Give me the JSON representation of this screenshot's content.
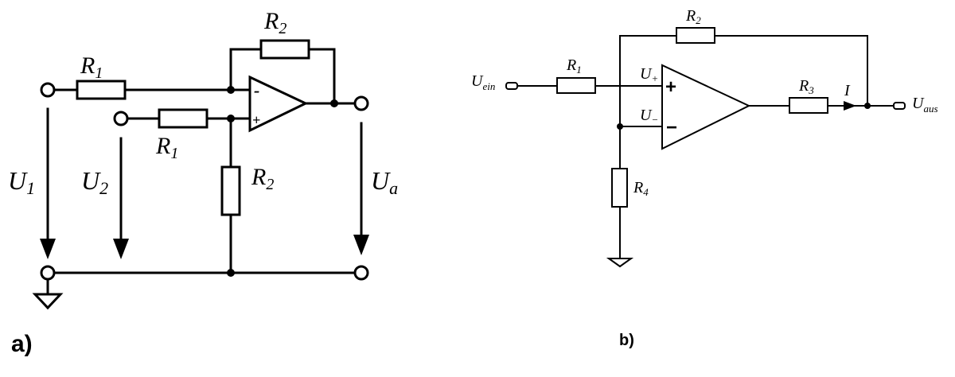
{
  "panel_a": {
    "panel_label": "a)",
    "labels": {
      "r1_top": {
        "main": "R",
        "sub": "1"
      },
      "r1_bottom": {
        "main": "R",
        "sub": "1"
      },
      "r2_top": {
        "main": "R",
        "sub": "2"
      },
      "r2_bottom": {
        "main": "R",
        "sub": "2"
      },
      "u1": {
        "main": "U",
        "sub": "1"
      },
      "u2": {
        "main": "U",
        "sub": "2"
      },
      "ua": {
        "main": "U",
        "sub": "a"
      }
    },
    "opamp": {
      "minus": "-",
      "plus": "+"
    }
  },
  "panel_b": {
    "panel_label": "b)",
    "labels": {
      "r1": {
        "main": "R",
        "sub": "1"
      },
      "r2": {
        "main": "R",
        "sub": "2"
      },
      "r3": {
        "main": "R",
        "sub": "3"
      },
      "r4": {
        "main": "R",
        "sub": "4"
      },
      "u_ein": {
        "main": "U",
        "sub": "ein"
      },
      "u_aus": {
        "main": "U",
        "sub": "aus"
      },
      "u_plus": {
        "main": "U",
        "sub": "+"
      },
      "u_minus": {
        "main": "U",
        "sub": "−"
      },
      "current": {
        "main": "I",
        "sub": ""
      }
    },
    "opamp": {
      "plus": "+",
      "minus": "−"
    }
  }
}
